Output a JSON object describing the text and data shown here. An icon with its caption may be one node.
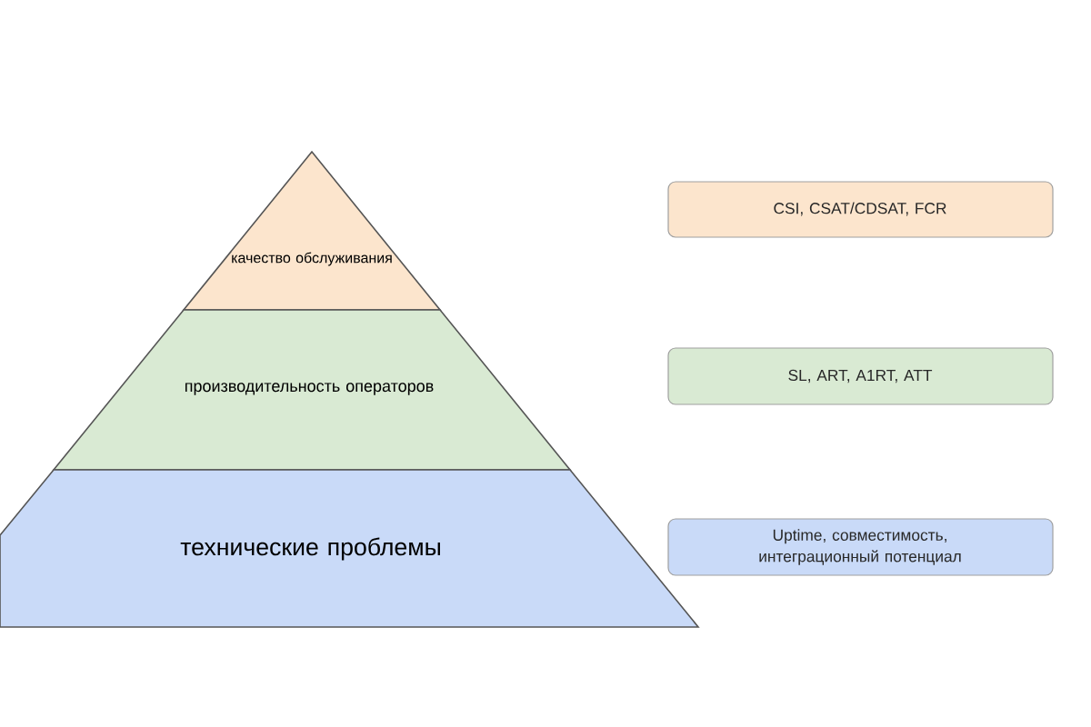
{
  "diagram": {
    "nodes": [
      {
        "text": [
          "качество обслуживания"
        ]
      },
      {
        "text": [
          "производительность операторов"
        ]
      },
      {
        "text": [
          "технические проблемы"
        ]
      },
      {
        "text": [
          "CSI, CSAT/CDSAT, FCR"
        ]
      },
      {
        "text": [
          "SL, ART, A1RT, ATT"
        ]
      },
      {
        "text": [
          "Uptime, совместимость, интеграционный потенциал"
        ]
      }
    ]
  }
}
